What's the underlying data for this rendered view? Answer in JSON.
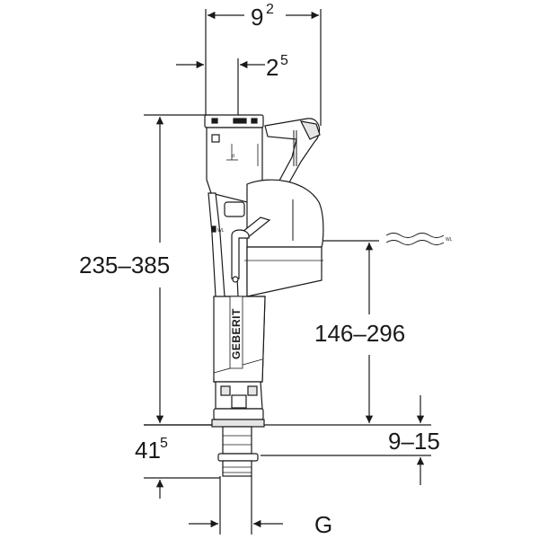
{
  "dimensions": {
    "top_width": {
      "main": "9",
      "sup": "2"
    },
    "inner_offset": {
      "main": "2",
      "sup": "5"
    },
    "total_height": "235–385",
    "water_level": "146–296",
    "thread_length": "9–15",
    "nozzle_height": {
      "main": "41",
      "sup": "5"
    },
    "thread_size": "G"
  },
  "brand": {
    "logo_text": "GEBERIT"
  },
  "valve_marks": {
    "water_level_mark": "WL"
  },
  "colors": {
    "line": "#1a1a1a",
    "fill_light": "#ffffff",
    "fill_shade": "#e6e6e6"
  }
}
